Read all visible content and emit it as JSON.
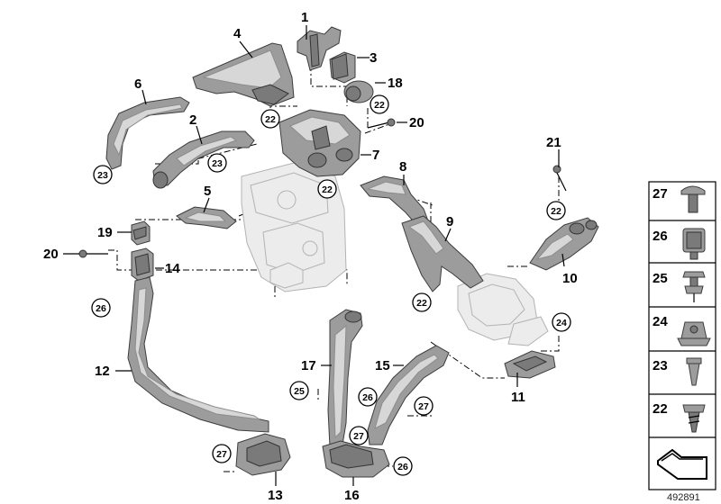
{
  "diagram_id": "492891",
  "callouts": [
    "1",
    "2",
    "3",
    "4",
    "5",
    "6",
    "7",
    "8",
    "9",
    "10",
    "11",
    "12",
    "13",
    "14",
    "15",
    "16",
    "17",
    "18",
    "19",
    "20",
    "21"
  ],
  "circled": {
    "c22": "22",
    "c23": "23",
    "c24": "24",
    "c25": "25",
    "c26": "26",
    "c27": "27"
  },
  "legend": [
    "27",
    "26",
    "25",
    "24",
    "23",
    "22"
  ]
}
